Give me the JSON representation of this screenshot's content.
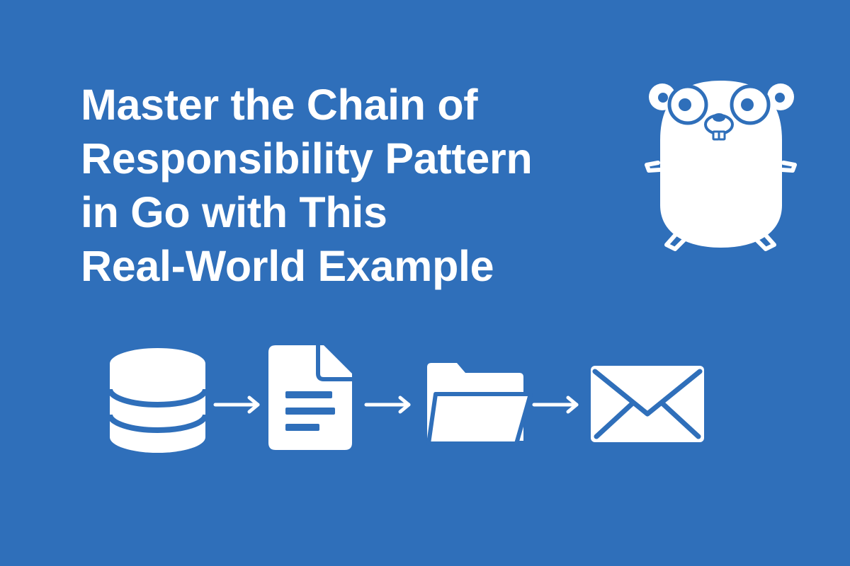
{
  "background_color": "#2F6FBA",
  "foreground_color": "#FFFFFF",
  "headline": {
    "lines": [
      "Master the Chain of",
      "Responsibility Pattern",
      "in Go with This",
      "Real-World Example"
    ]
  },
  "mascot": {
    "icon": "go-gopher-icon"
  },
  "chain": {
    "steps": [
      {
        "icon": "database-icon"
      },
      {
        "icon": "document-icon"
      },
      {
        "icon": "folder-icon"
      },
      {
        "icon": "envelope-icon"
      }
    ],
    "connector_icon": "arrow-right-icon"
  }
}
